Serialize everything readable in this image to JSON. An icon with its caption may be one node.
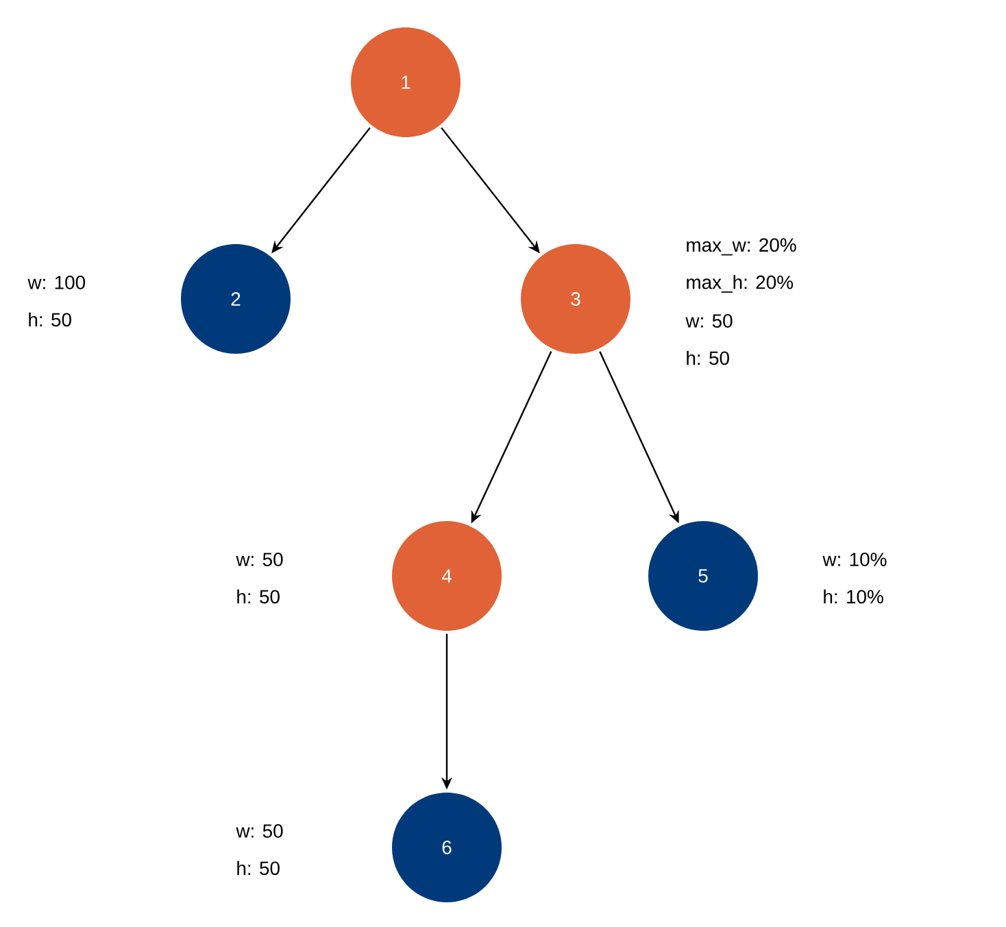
{
  "diagram": {
    "nodes": [
      {
        "text": [
          "1"
        ]
      },
      {
        "text": [
          "2"
        ],
        "beside": [
          "w: 100",
          "h: 50"
        ]
      },
      {
        "text": [
          "3"
        ],
        "beside": [
          "max_w: 20%",
          "max_h: 20%",
          "w: 50",
          "h: 50"
        ]
      },
      {
        "text": [
          "4"
        ],
        "beside": [
          "w: 50",
          "h: 50"
        ]
      },
      {
        "text": [
          "5"
        ],
        "beside": [
          "w: 10%",
          "h: 10%"
        ]
      },
      {
        "text": [
          "6"
        ],
        "beside": [
          "w: 50",
          "h: 50"
        ]
      }
    ],
    "edges": [
      {
        "from": 0,
        "to": 1,
        "arrow": "to"
      },
      {
        "from": 0,
        "to": 2,
        "arrow": "to"
      },
      {
        "from": 2,
        "to": 3,
        "arrow": "to"
      },
      {
        "from": 2,
        "to": 4,
        "arrow": "to"
      },
      {
        "from": 3,
        "to": 5,
        "arrow": "to"
      }
    ]
  }
}
